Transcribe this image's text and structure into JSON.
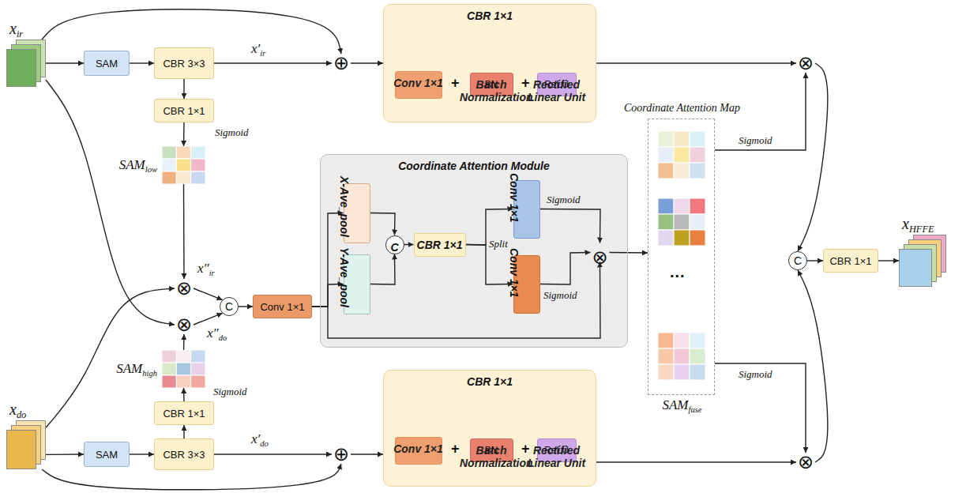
{
  "diagram": {
    "nodes": [
      {
        "text": [
          "xir"
        ]
      },
      {
        "text": [
          "SAM"
        ]
      },
      {
        "text": [
          "CBR 3×3"
        ]
      },
      {
        "text": [
          "⊕"
        ]
      },
      {
        "text": [
          "CBR 1×1"
        ]
      },
      {
        "text": [
          "Conv 1×1"
        ],
        "in": 4
      },
      {
        "text": [
          "Batch Normalization",
          "BN"
        ],
        "in": 4
      },
      {
        "text": [
          "Rectified Linear Unit",
          "ReLU"
        ],
        "in": 4
      },
      {
        "text": [
          "CBR 1×1"
        ]
      },
      {
        "text": [
          "SAMlow"
        ]
      },
      {
        "text": [
          "⊗"
        ]
      },
      {
        "text": [
          "C"
        ]
      },
      {
        "text": [
          "⊗"
        ]
      },
      {
        "text": [
          "SAMhigh"
        ]
      },
      {
        "text": [
          "CBR 1×1"
        ]
      },
      {
        "text": [
          "xdo"
        ]
      },
      {
        "text": [
          "SAM"
        ]
      },
      {
        "text": [
          "CBR 3×3"
        ]
      },
      {
        "text": [
          "⊕"
        ]
      },
      {
        "text": [
          "CBR 1×1"
        ]
      },
      {
        "text": [
          "Conv 1×1"
        ],
        "in": 19
      },
      {
        "text": [
          "Batch Normalization",
          "BN"
        ],
        "in": 19
      },
      {
        "text": [
          "Rectified Linear Unit",
          "ReLU"
        ],
        "in": 19
      },
      {
        "text": [
          "Conv 1×1"
        ]
      },
      {
        "text": [
          "Coordinate Attention Module"
        ]
      },
      {
        "text": [
          "X-Ave_pool"
        ],
        "in": 24
      },
      {
        "text": [
          "Y-Ave_pool"
        ],
        "in": 24
      },
      {
        "text": [
          "C"
        ],
        "in": 24
      },
      {
        "text": [
          "CBR 1×1"
        ],
        "in": 24
      },
      {
        "text": [
          "Conv 1×1"
        ],
        "in": 24
      },
      {
        "text": [
          "Conv 1×1"
        ],
        "in": 24
      },
      {
        "text": [
          "⊗"
        ],
        "in": 24
      },
      {
        "text": [
          "Coordinate Attention Map",
          "SAMfuse"
        ]
      },
      {
        "text": [
          "⊗"
        ]
      },
      {
        "text": [
          "⊗"
        ]
      },
      {
        "text": [
          "C"
        ]
      },
      {
        "text": [
          "CBR 1×1"
        ]
      },
      {
        "text": [
          "xHFFE"
        ]
      }
    ],
    "edges": [
      {
        "from": 0,
        "to": 1,
        "arrow": "to"
      },
      {
        "from": 1,
        "to": 2,
        "arrow": "to"
      },
      {
        "from": 2,
        "to": 3,
        "label": "x′ir",
        "arrow": "to"
      },
      {
        "from": 0,
        "to": 3,
        "arrow": "to"
      },
      {
        "from": 3,
        "to": 4,
        "arrow": "to"
      },
      {
        "from": 4,
        "to": 33,
        "arrow": "to"
      },
      {
        "from": 2,
        "to": 8,
        "arrow": "to"
      },
      {
        "from": 8,
        "to": 9,
        "label": "Sigmoid",
        "arrow": "to"
      },
      {
        "from": 9,
        "to": 10,
        "arrow": "to"
      },
      {
        "from": 15,
        "to": 10,
        "arrow": "to"
      },
      {
        "from": 0,
        "to": 12,
        "arrow": "to"
      },
      {
        "from": 10,
        "to": 11,
        "label": "x″ir",
        "arrow": "to"
      },
      {
        "from": 12,
        "to": 11,
        "label": "x″do",
        "arrow": "to"
      },
      {
        "from": 11,
        "to": 23,
        "arrow": "to"
      },
      {
        "from": 23,
        "to": 25,
        "arrow": "to"
      },
      {
        "from": 23,
        "to": 26,
        "arrow": "to"
      },
      {
        "from": 23,
        "to": 31,
        "arrow": "to"
      },
      {
        "from": 25,
        "to": 27,
        "arrow": "to"
      },
      {
        "from": 26,
        "to": 27,
        "arrow": "to"
      },
      {
        "from": 27,
        "to": 28,
        "arrow": "to"
      },
      {
        "from": 28,
        "to": 29,
        "label": "Split",
        "arrow": "to"
      },
      {
        "from": 28,
        "to": 30,
        "arrow": "to"
      },
      {
        "from": 29,
        "to": 31,
        "label": "Sigmoid",
        "arrow": "to"
      },
      {
        "from": 30,
        "to": 31,
        "label": "Sigmoid",
        "arrow": "to"
      },
      {
        "from": 31,
        "to": 32,
        "arrow": "to"
      },
      {
        "from": 32,
        "to": 33,
        "label": "Sigmoid",
        "arrow": "to"
      },
      {
        "from": 32,
        "to": 34,
        "label": "Sigmoid",
        "arrow": "to"
      },
      {
        "from": 33,
        "to": 35,
        "arrow": "to"
      },
      {
        "from": 34,
        "to": 35,
        "arrow": "to"
      },
      {
        "from": 35,
        "to": 36,
        "arrow": "to"
      },
      {
        "from": 36,
        "to": 37,
        "arrow": "to"
      },
      {
        "from": 15,
        "to": 16,
        "arrow": "to"
      },
      {
        "from": 16,
        "to": 17,
        "arrow": "to"
      },
      {
        "from": 17,
        "to": 18,
        "label": "x′do",
        "arrow": "to"
      },
      {
        "from": 15,
        "to": 18,
        "arrow": "to"
      },
      {
        "from": 18,
        "to": 19,
        "arrow": "to"
      },
      {
        "from": 19,
        "to": 34,
        "arrow": "to"
      },
      {
        "from": 17,
        "to": 14,
        "arrow": "to"
      },
      {
        "from": 14,
        "to": 13,
        "label": "Sigmoid",
        "arrow": "to"
      },
      {
        "from": 13,
        "to": 12,
        "arrow": "to"
      }
    ],
    "labels": [
      "+",
      "+",
      "+",
      "+",
      "..."
    ]
  }
}
